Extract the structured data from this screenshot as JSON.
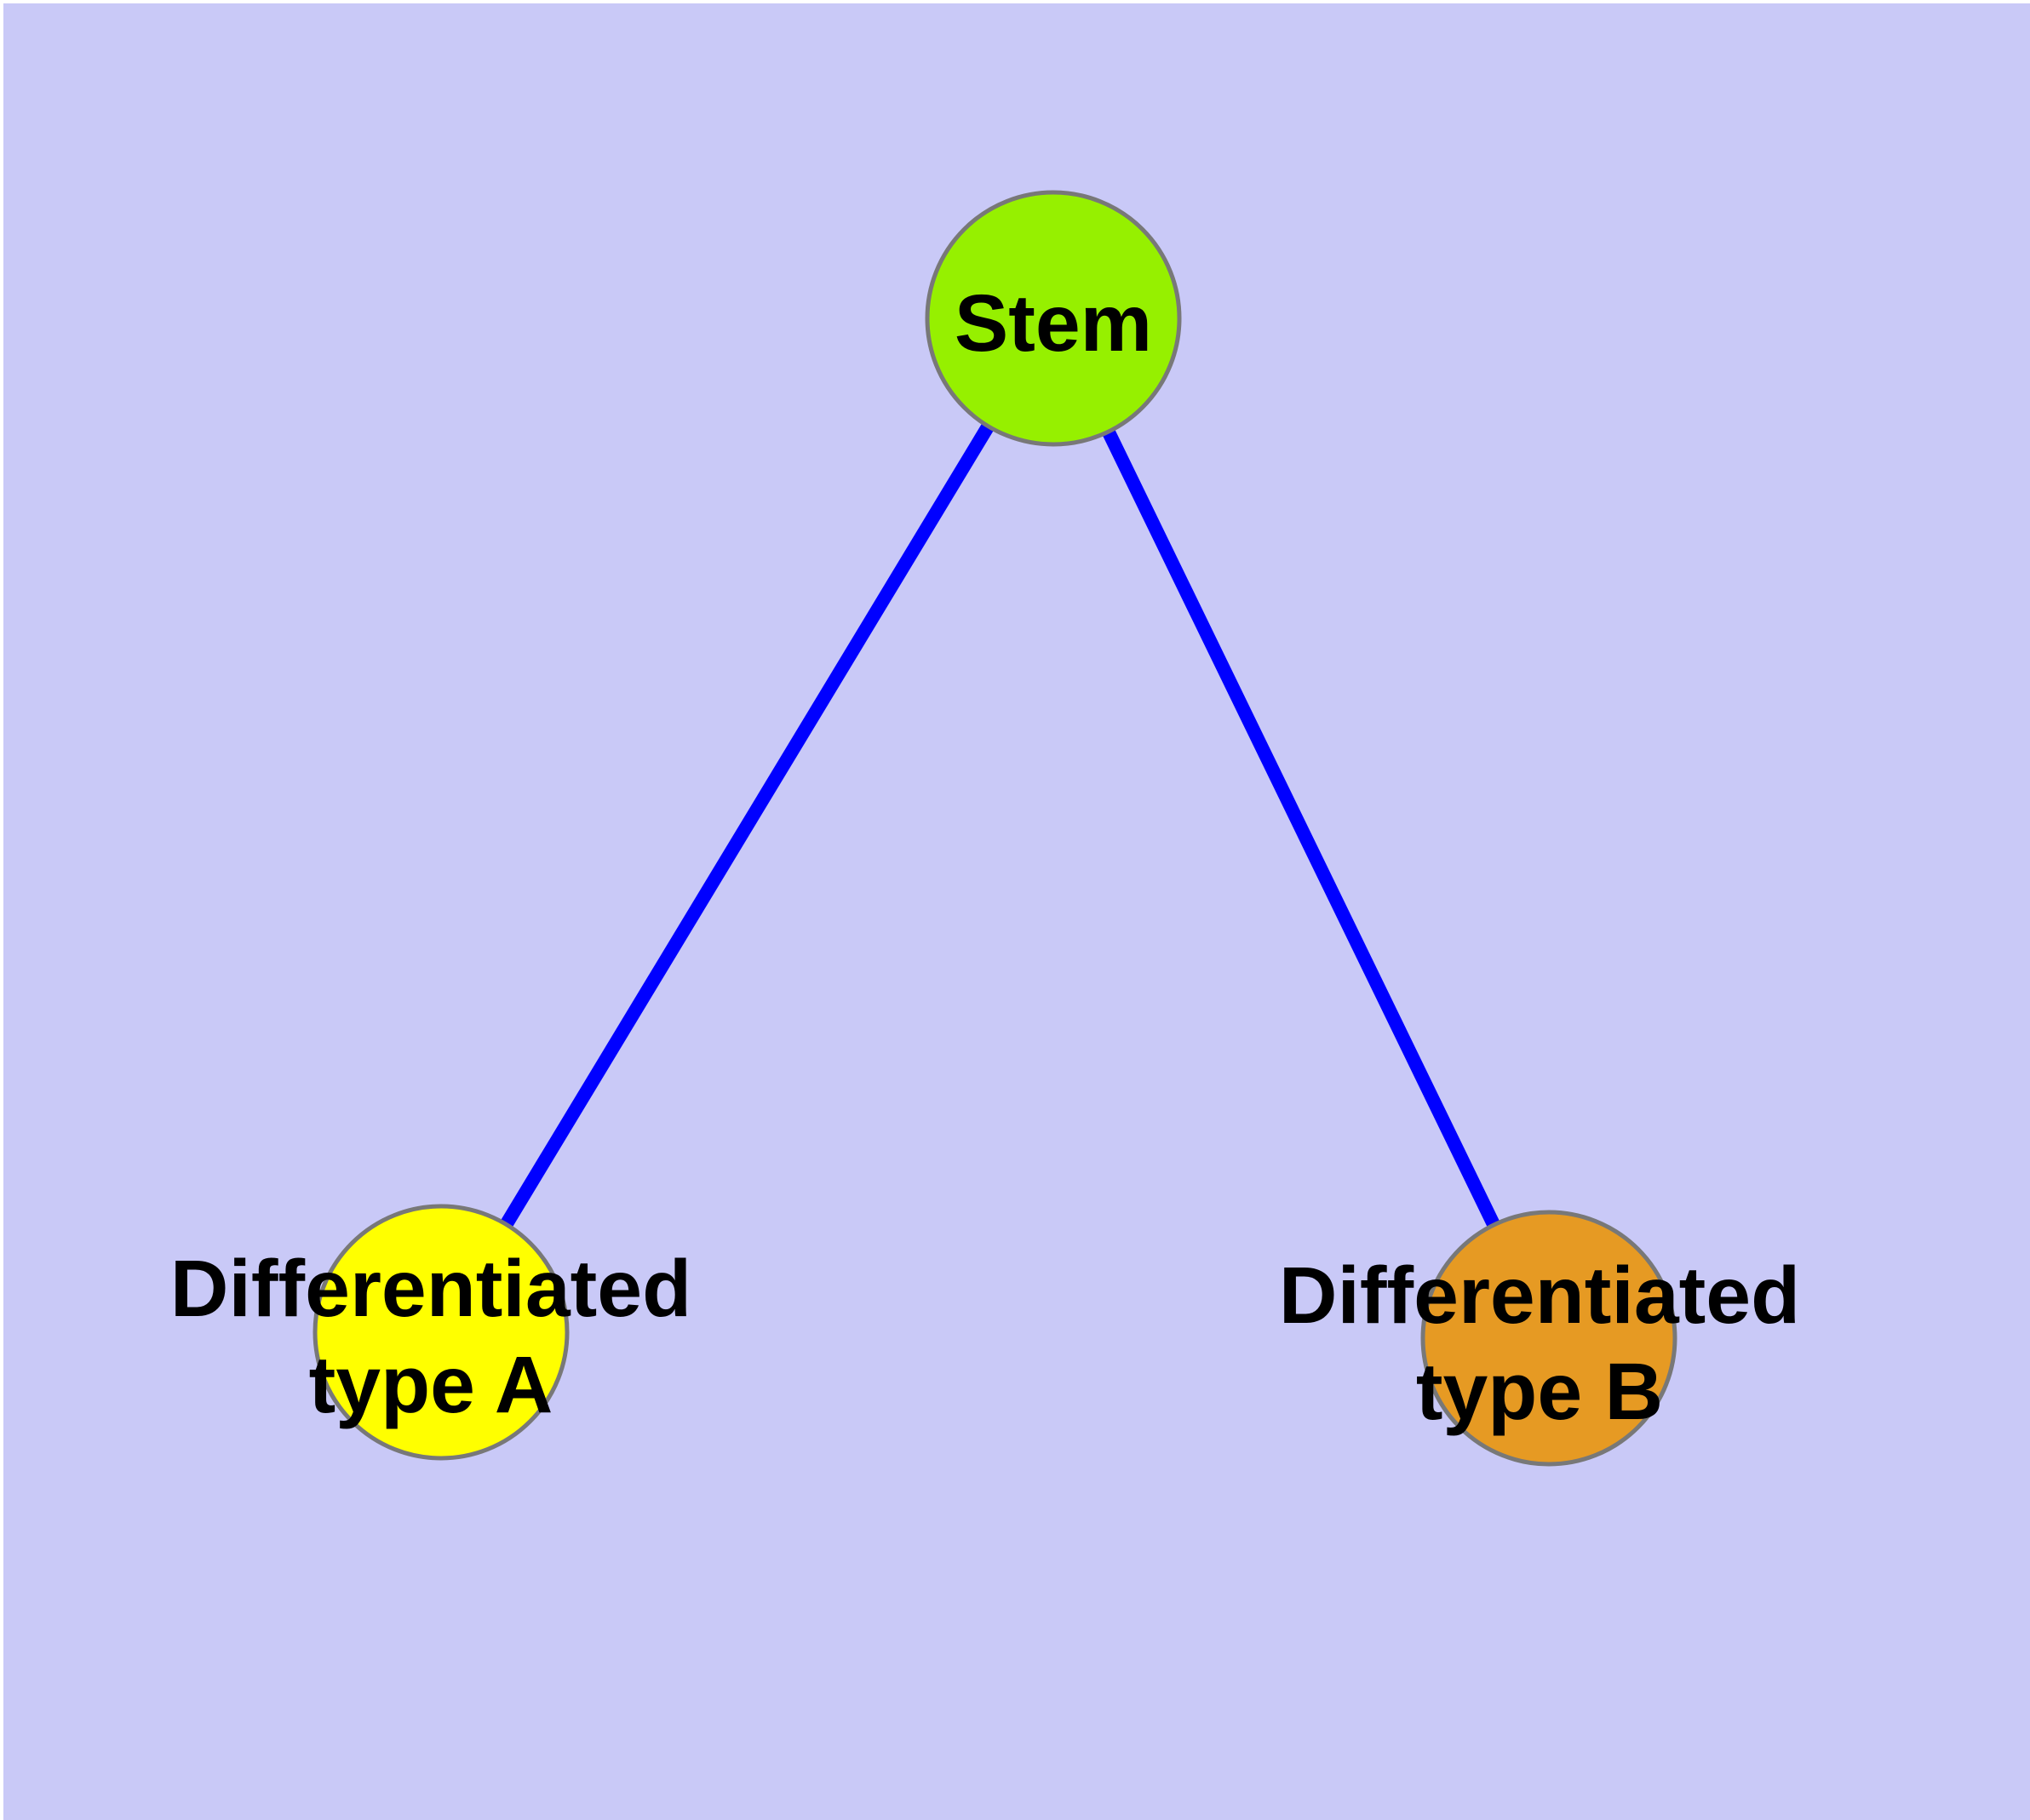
{
  "diagram": {
    "type": "graph",
    "background_color": "#C9C9F7",
    "frame_color": "#FFFFFF",
    "edge_color": "#0000FF",
    "node_border_color": "#787878",
    "text_color": "#000000",
    "nodes": [
      {
        "id": "stem",
        "label": "Stem",
        "color": "#96F000"
      },
      {
        "id": "type-a",
        "label": "Differentiated type A",
        "label_line1": "Differentiated",
        "label_line2": "type A",
        "color": "#FFFF00"
      },
      {
        "id": "type-b",
        "label": "Differentiated type B",
        "label_line1": "Differentiated",
        "label_line2": "type B",
        "color": "#E69A23"
      }
    ],
    "edges": [
      {
        "from": "Stem",
        "to": "Differentiated type A"
      },
      {
        "from": "Stem",
        "to": "Differentiated type B"
      }
    ]
  }
}
